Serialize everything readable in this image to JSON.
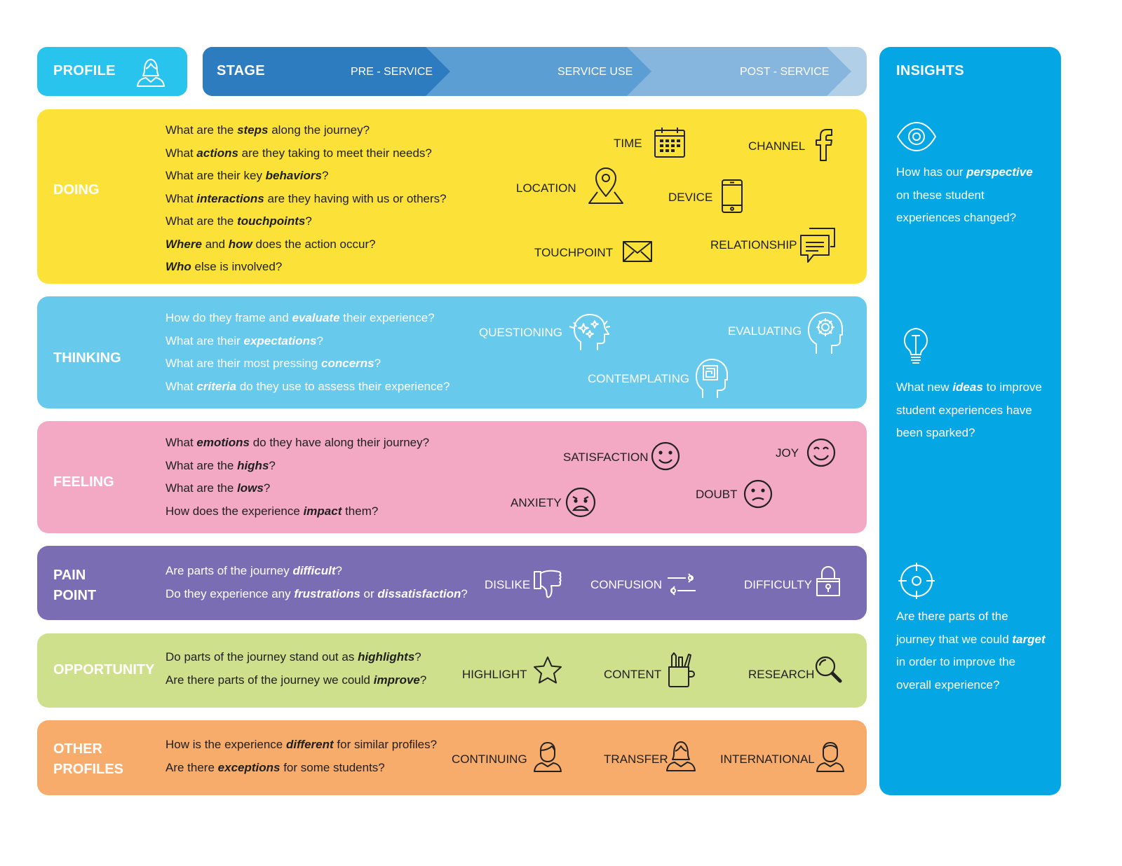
{
  "header": {
    "profile": "PROFILE",
    "stage": "STAGE",
    "stages": [
      "PRE - SERVICE",
      "SERVICE USE",
      "POST - SERVICE"
    ],
    "insights": "INSIGHTS"
  },
  "colors": {
    "profile": "#29c4ee",
    "stage_dark": "#2e7cc0",
    "stage_mid": "#5a9ed3",
    "stage_light": "#86b6dd",
    "stage_end": "#b2cfe8",
    "insights": "#05a6e4",
    "doing": "#fce238",
    "thinking": "#67c9ec",
    "feeling": "#f3a9c4",
    "pain": "#7b6db4",
    "opportunity": "#cfe08c",
    "other": "#f7ac6c"
  },
  "rows": {
    "doing": {
      "title": "DOING",
      "questions": [
        [
          "What are the ",
          "steps",
          " along the journey?"
        ],
        [
          "What ",
          "actions",
          " are they taking to meet their needs?"
        ],
        [
          "What are their key ",
          "behaviors",
          "?"
        ],
        [
          "What ",
          "interactions",
          " are they having with us or others?"
        ],
        [
          "What are the ",
          "touchpoints",
          "?"
        ],
        [
          "",
          "Where",
          " and "
        ],
        [
          "",
          "Who",
          " else is involved?"
        ]
      ],
      "q6_bold2": "how",
      "q6_tail": " does the action occur?",
      "labels": {
        "time": "TIME",
        "channel": "CHANNEL",
        "location": "LOCATION",
        "device": "DEVICE",
        "touchpoint": "TOUCHPOINT",
        "relationship": "RELATIONSHIP"
      }
    },
    "thinking": {
      "title": "THINKING",
      "questions": [
        [
          "How do they frame and ",
          "evaluate",
          " their experience?"
        ],
        [
          "What are their ",
          "expectations",
          "?"
        ],
        [
          "What are their most pressing ",
          "concerns",
          "?"
        ],
        [
          "What ",
          "criteria",
          " do they use to assess their experience?"
        ]
      ],
      "labels": {
        "questioning": "QUESTIONING",
        "evaluating": "EVALUATING",
        "contemplating": "CONTEMPLATING"
      }
    },
    "feeling": {
      "title": "FEELING",
      "questions": [
        [
          "What ",
          "emotions",
          " do they have along their journey?"
        ],
        [
          "What are the ",
          "highs",
          "?"
        ],
        [
          "What are the ",
          "lows",
          "?"
        ],
        [
          "How does the experience ",
          "impact",
          " them?"
        ]
      ],
      "labels": {
        "satisfaction": "SATISFACTION",
        "joy": "JOY",
        "anxiety": "ANXIETY",
        "doubt": "DOUBT"
      }
    },
    "pain": {
      "title_1": "PAIN",
      "title_2": "POINT",
      "questions": [
        [
          "Are parts of the journey ",
          "difficult",
          "?"
        ],
        [
          "Do they experience any ",
          "frustrations",
          " or "
        ]
      ],
      "q2_bold2": "dissatisfaction",
      "q2_tail": "?",
      "labels": {
        "dislike": "DISLIKE",
        "confusion": "CONFUSION",
        "difficulty": "DIFFICULTY"
      }
    },
    "opportunity": {
      "title": "OPPORTUNITY",
      "questions": [
        [
          "Do parts of the journey stand out as ",
          "highlights",
          "?"
        ],
        [
          "Are there parts of the journey we could ",
          "improve",
          "?"
        ]
      ],
      "labels": {
        "highlight": "HIGHLIGHT",
        "content": "CONTENT",
        "research": "RESEARCH"
      }
    },
    "other": {
      "title_1": "OTHER",
      "title_2": "PROFILES",
      "questions": [
        [
          "How is the experience ",
          "different",
          " for similar profiles?"
        ],
        [
          "Are there ",
          "exceptions",
          " for some students?"
        ]
      ],
      "labels": {
        "continuing": "CONTINUING",
        "transfer": "TRANSFER",
        "international": "INTERNATIONAL"
      }
    }
  },
  "insights": {
    "perspective": {
      "pre": "How has our ",
      "bold": "perspective",
      "post": " on these student experiences changed?"
    },
    "ideas": {
      "pre": "What new ",
      "bold": "ideas",
      "post": " to improve student experiences have been sparked?"
    },
    "target": {
      "pre": "Are there parts of the journey that we could ",
      "bold": "target",
      "post": " in order to improve the overall experience?"
    }
  }
}
